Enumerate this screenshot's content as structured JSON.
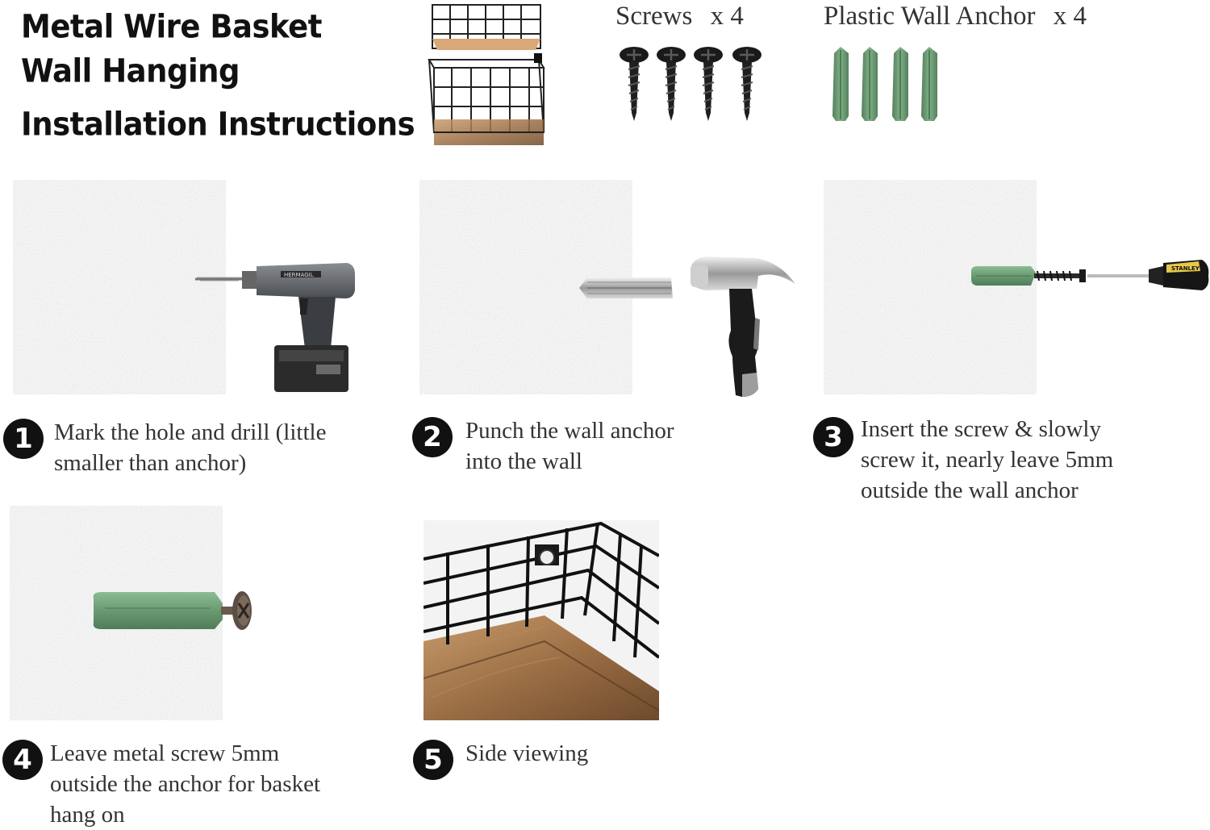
{
  "header": {
    "title_lines": [
      "Metal Wire Basket",
      "Wall Hanging",
      "Installation Instructions"
    ]
  },
  "parts": {
    "screws": {
      "label": "Screws",
      "qty": "x 4",
      "count": 4
    },
    "anchors": {
      "label": "Plastic Wall Anchor",
      "qty": "x 4",
      "count": 4
    }
  },
  "steps": [
    {
      "number": "1",
      "lines": [
        "Mark the hole and drill (little",
        "smaller than anchor)"
      ]
    },
    {
      "number": "2",
      "lines": [
        "Punch the wall anchor",
        "into the wall"
      ]
    },
    {
      "number": "3",
      "lines": [
        "Insert the screw & slowly",
        "screw it, nearly leave 5mm",
        "outside the wall anchor"
      ]
    },
    {
      "number": "4",
      "lines": [
        "Leave metal screw 5mm",
        "outside the anchor for basket",
        "hang on"
      ]
    },
    {
      "number": "5",
      "lines": [
        "Side viewing"
      ]
    }
  ],
  "brand_marks": {
    "drill": "HERMAGIL",
    "screwdriver": "STANLEY"
  },
  "colors": {
    "anchor_green": "#6a9a72",
    "wall_gray": "#c9c9c9",
    "wood": "#a97a4e",
    "step_badge": "#111111"
  }
}
